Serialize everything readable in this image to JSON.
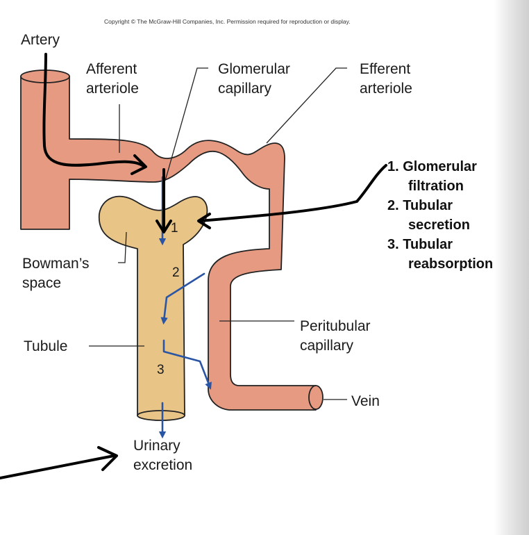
{
  "copyright": "Copyright © The McGraw-Hill Companies, Inc. Permission required for reproduction or display.",
  "labels": {
    "artery": "Artery",
    "afferent_1": "Afferent",
    "afferent_2": "arteriole",
    "glomerular_1": "Glomerular",
    "glomerular_2": "capillary",
    "efferent_1": "Efferent",
    "efferent_2": "arteriole",
    "bowmans_1": "Bowman’s",
    "bowmans_2": "space",
    "tubule": "Tubule",
    "peritubular_1": "Peritubular",
    "peritubular_2": "capillary",
    "vein": "Vein",
    "urinary_1": "Urinary",
    "urinary_2": "excretion"
  },
  "markers": {
    "m1": "1",
    "m2": "2",
    "m3": "3"
  },
  "steps": [
    {
      "line1": "1. Glomerular",
      "line2": "filtration"
    },
    {
      "line1": "2. Tubular",
      "line2": "secretion"
    },
    {
      "line1": "3. Tubular",
      "line2": "reabsorption"
    }
  ],
  "colors": {
    "vessel": "#e69a82",
    "tubule": "#e8c487",
    "outline": "#222222",
    "flow_arrow": "#2a55a4",
    "annotation_ink": "#000000"
  }
}
